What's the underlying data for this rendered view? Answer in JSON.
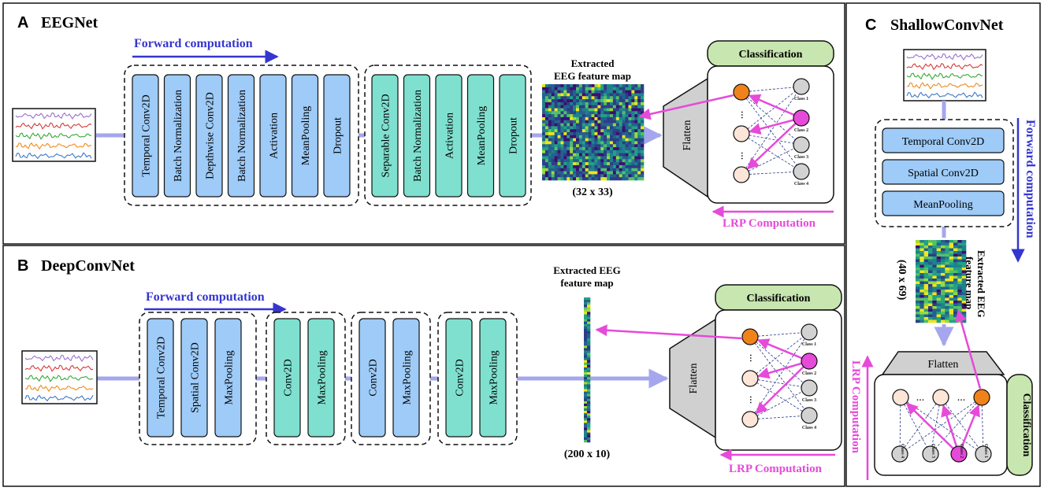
{
  "colors": {
    "blue_block": "#9ecbf7",
    "teal_block": "#7fe0d0",
    "pink": "#e64ad9",
    "forward_blue": "#3535d0",
    "connector": "#a6a6ee",
    "class_box": "#c8e6b0",
    "orange_node": "#f0821c",
    "peach_node": "#fde5d8",
    "gray_node": "#d2d2d2",
    "flatten_gray": "#d0d0d0"
  },
  "panels": {
    "A": {
      "label": "A",
      "title": "EEGNet",
      "forward_label": "Forward computation",
      "group1": [
        "Temporal Conv2D",
        "Batch Normalization",
        "Depthwise Conv2D",
        "Batch Normalization",
        "Activation",
        "MeanPooling",
        "Dropout"
      ],
      "group2": [
        "Separable Conv2D",
        "Batch Normalization",
        "Activation",
        "MeanPooling",
        "Dropout"
      ],
      "map_title_line1": "Extracted",
      "map_title_line2": "EEG feature map",
      "map_dims": "(32 x 33)",
      "flatten": "Flatten",
      "classification": "Classification",
      "classes": [
        "Class 1",
        "Class 2",
        "Class 3",
        "Class 4"
      ],
      "dots": "...",
      "lrp_label": "LRP Computation"
    },
    "B": {
      "label": "B",
      "title": "DeepConvNet",
      "forward_label": "Forward computation",
      "groups": [
        [
          "Temporal Conv2D",
          "Spatial Conv2D",
          "MaxPooling"
        ],
        [
          "Conv2D",
          "MaxPooling"
        ],
        [
          "Conv2D",
          "MaxPooling"
        ],
        [
          "Conv2D",
          "MaxPooling"
        ]
      ],
      "map_title_line1": "Extracted EEG",
      "map_title_line2": "feature map",
      "map_dims": "(200 x 10)",
      "flatten": "Flatten",
      "classification": "Classification",
      "classes": [
        "Class 1",
        "Class 2",
        "Class 3",
        "Class 4"
      ],
      "dots": "...",
      "lrp_label": "LRP Computation"
    },
    "C": {
      "label": "C",
      "title": "ShallowConvNet",
      "layers": [
        "Temporal Conv2D",
        "Spatial Conv2D",
        "MeanPooling"
      ],
      "forward_label": "Forward computation",
      "map_title_line1": "Extracted EEG",
      "map_title_line2": "feature map",
      "map_dims": "(40 x 69)",
      "flatten": "Flatten",
      "classification": "Classification",
      "classes": [
        "Class 1",
        "Class 2",
        "Class 3",
        "Class 4"
      ],
      "dots": "...",
      "lrp_label": "LRP Computation"
    }
  }
}
